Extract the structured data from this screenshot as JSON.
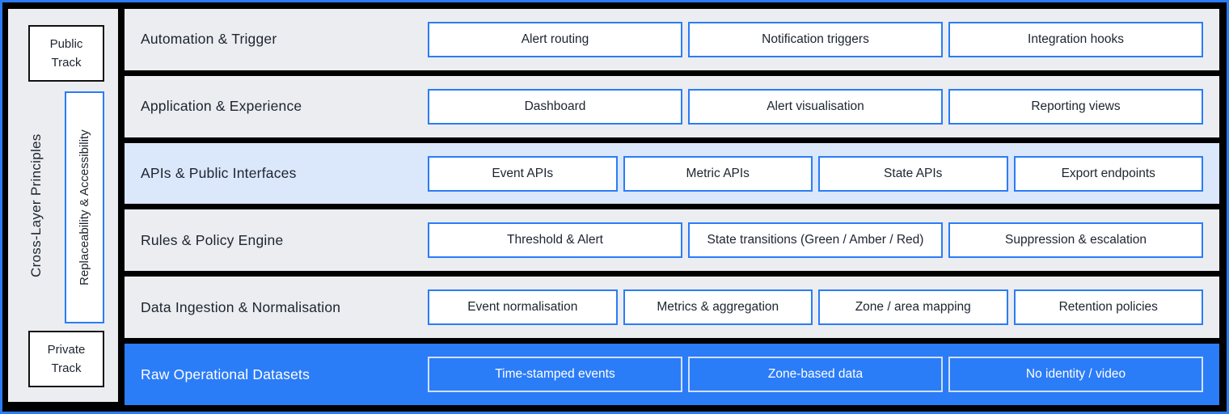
{
  "colors": {
    "accent": "#2b7cf7",
    "accent_border_light": "#cfe0fb",
    "frame_background": "#000000",
    "panel_background": "#ebedf0",
    "highlight_background": "#dbe7fa",
    "chip_background": "#ffffff",
    "text_dark": "#1d2430",
    "text_light": "#ffffff",
    "track_border": "#111111"
  },
  "sidebar": {
    "title": "Cross-Layer Principles",
    "top_box": "Public Track",
    "middle_box": "Replaceability & Accessibility",
    "bottom_box": "Private Track"
  },
  "layers": [
    {
      "title": "Automation & Trigger",
      "variant": "default",
      "chips": [
        "Alert routing",
        "Notification triggers",
        "Integration hooks"
      ]
    },
    {
      "title": "Application & Experience",
      "variant": "default",
      "chips": [
        "Dashboard",
        "Alert visualisation",
        "Reporting views"
      ]
    },
    {
      "title": "APIs & Public Interfaces",
      "variant": "highlight",
      "chips": [
        "Event APIs",
        "Metric APIs",
        "State APIs",
        "Export endpoints"
      ]
    },
    {
      "title": "Rules & Policy Engine",
      "variant": "default",
      "chips": [
        "Threshold & Alert",
        "State transitions (Green / Amber / Red)",
        "Suppression & escalation"
      ]
    },
    {
      "title": "Data Ingestion & Normalisation",
      "variant": "default",
      "chips": [
        "Event normalisation",
        "Metrics & aggregation",
        "Zone / area mapping",
        "Retention policies"
      ]
    },
    {
      "title": "Raw Operational Datasets",
      "variant": "primary",
      "chips": [
        "Time-stamped events",
        "Zone-based data",
        "No identity / video"
      ]
    }
  ]
}
